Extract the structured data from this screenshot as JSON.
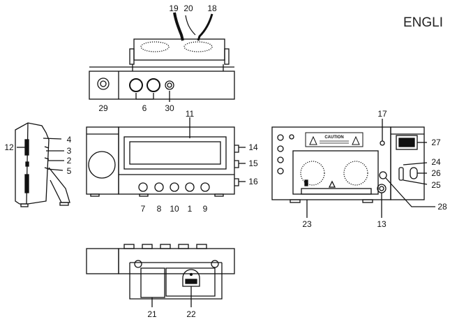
{
  "header": {
    "language": "ENGLI"
  },
  "caution_label": "CAUTION",
  "callouts": [
    {
      "id": "c19",
      "text": "19"
    },
    {
      "id": "c20",
      "text": "20"
    },
    {
      "id": "c18",
      "text": "18"
    },
    {
      "id": "c29",
      "text": "29"
    },
    {
      "id": "c6",
      "text": "6"
    },
    {
      "id": "c30",
      "text": "30"
    },
    {
      "id": "c11",
      "text": "11"
    },
    {
      "id": "c12",
      "text": "12"
    },
    {
      "id": "c4",
      "text": "4"
    },
    {
      "id": "c3",
      "text": "3"
    },
    {
      "id": "c2",
      "text": "2"
    },
    {
      "id": "c5",
      "text": "5"
    },
    {
      "id": "c14",
      "text": "14"
    },
    {
      "id": "c15",
      "text": "15"
    },
    {
      "id": "c16",
      "text": "16"
    },
    {
      "id": "c7",
      "text": "7"
    },
    {
      "id": "c8",
      "text": "8"
    },
    {
      "id": "c10",
      "text": "10"
    },
    {
      "id": "c1",
      "text": "1"
    },
    {
      "id": "c9",
      "text": "9"
    },
    {
      "id": "c17",
      "text": "17"
    },
    {
      "id": "c27",
      "text": "27"
    },
    {
      "id": "c24",
      "text": "24"
    },
    {
      "id": "c26",
      "text": "26"
    },
    {
      "id": "c25",
      "text": "25"
    },
    {
      "id": "c28",
      "text": "28"
    },
    {
      "id": "c23",
      "text": "23"
    },
    {
      "id": "c13",
      "text": "13"
    },
    {
      "id": "c21",
      "text": "21"
    },
    {
      "id": "c22",
      "text": "22"
    }
  ]
}
